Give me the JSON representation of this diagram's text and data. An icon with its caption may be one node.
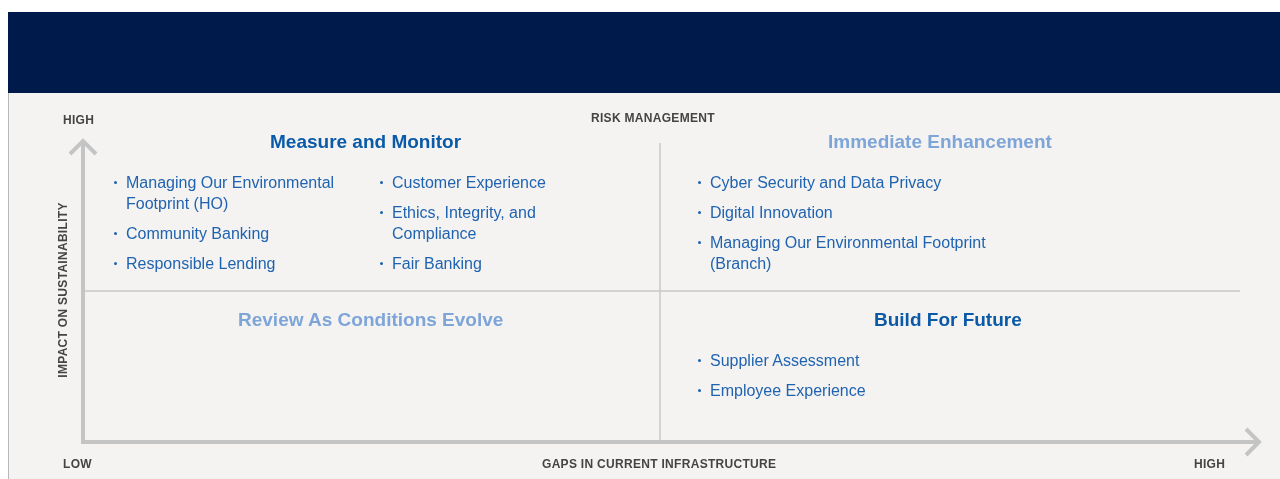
{
  "diagram": {
    "nodes": [
      {
        "text": [
          "Measure and Monitor",
          "Managing Our Environmental Footprint (HO)",
          "Community Banking",
          "Responsible Lending",
          "Customer Experience",
          "Ethics, Integrity, and Compliance",
          "Fair Banking"
        ]
      },
      {
        "text": [
          "Immediate Enhancement",
          "Cyber Security and Data Privacy",
          "Digital Innovation",
          "Managing Our Environmental Footprint (Branch)"
        ]
      },
      {
        "text": [
          "Review As Conditions Evolve"
        ]
      },
      {
        "text": [
          "Build For Future",
          "Supplier Assessment",
          "Employee Experience"
        ]
      }
    ],
    "labels": [
      "HIGH",
      "RISK MANAGEMENT",
      "IMPACT ON SUSTAINABILITY",
      "LOW",
      "GAPS IN CURRENT INFRASTRUCTURE",
      "HIGH"
    ]
  }
}
